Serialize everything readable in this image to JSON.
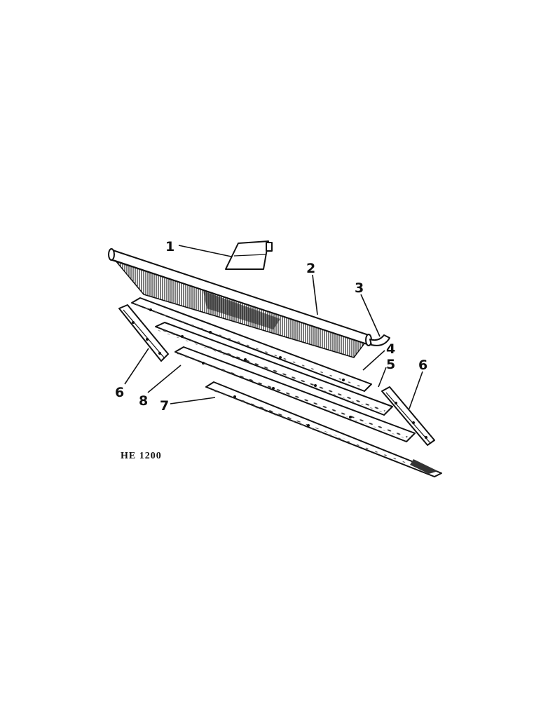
{
  "diagram": {
    "drawing_code": "HE 1200",
    "callouts": [
      {
        "id": "callout-1",
        "label": "1"
      },
      {
        "id": "callout-2",
        "label": "2"
      },
      {
        "id": "callout-3",
        "label": "3"
      },
      {
        "id": "callout-4",
        "label": "4"
      },
      {
        "id": "callout-5",
        "label": "5"
      },
      {
        "id": "callout-6-left",
        "label": "6"
      },
      {
        "id": "callout-6-right",
        "label": "6"
      },
      {
        "id": "callout-7",
        "label": "7"
      },
      {
        "id": "callout-8",
        "label": "8"
      }
    ]
  }
}
